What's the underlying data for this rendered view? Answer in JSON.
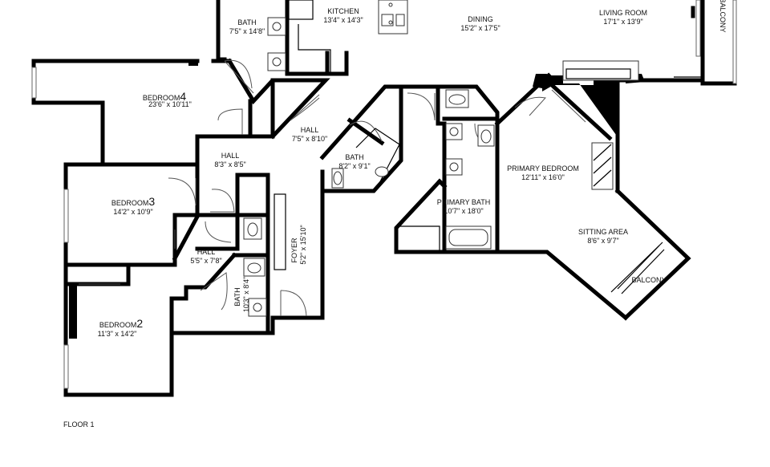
{
  "floor_label": "FLOOR 1",
  "rooms": {
    "bath_top": {
      "name": "BATH",
      "dims": "7'5\" x 14'8\""
    },
    "kitchen": {
      "name": "KITCHEN",
      "dims": "13'4\" x 14'3\""
    },
    "dining": {
      "name": "DINING",
      "dims": "15'2\" x 17'5\""
    },
    "living_room": {
      "name": "LIVING ROOM",
      "dims": "17'1\" x 13'9\""
    },
    "balcony_top": {
      "name": "BALCONY"
    },
    "bedroom4": {
      "name": "BEDROOM",
      "num": "4",
      "dims": "23'6\" x 10'11\""
    },
    "hall_upper": {
      "name": "HALL",
      "dims": "7'5\" x 8'10\""
    },
    "hall_mid": {
      "name": "HALL",
      "dims": "8'3\" x 8'5\""
    },
    "bath_mid": {
      "name": "BATH",
      "dims": "8'2\" x 9'1\""
    },
    "bedroom3": {
      "name": "BEDROOM",
      "num": "3",
      "dims": "14'2\" x 10'9\""
    },
    "hall_lower": {
      "name": "HALL",
      "dims": "5'5\" x 7'8\""
    },
    "foyer": {
      "name": "FOYER",
      "dims": "5'2\" x 15'10\""
    },
    "bath_lower": {
      "name": "BATH",
      "dims": "10'3\" x 8'4\""
    },
    "bedroom2": {
      "name": "BEDROOM",
      "num": "2",
      "dims": "11'3\" x 14'2\""
    },
    "primary_bedroom": {
      "name": "PRIMARY BEDROOM",
      "dims": "12'11\" x 16'0\""
    },
    "primary_bath": {
      "name": "PRIMARY BATH",
      "dims": "10'7\" x 18'0\""
    },
    "sitting_area": {
      "name": "SITTING AREA",
      "dims": "8'6\" x 9'7\""
    },
    "balcony_right": {
      "name": "BALCONY"
    }
  }
}
